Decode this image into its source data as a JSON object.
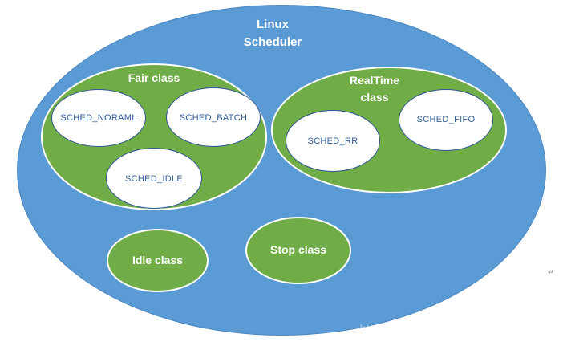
{
  "diagram": {
    "title_line1": "Linux",
    "title_line2": "Scheduler",
    "fair_class": {
      "label": "Fair class",
      "policies": [
        "SCHED_NORAML",
        "SCHED_BATCH",
        "SCHED_IDLE"
      ]
    },
    "realtime_class": {
      "label_line1": "RealTime",
      "label_line2": "class",
      "policies": [
        "SCHED_RR",
        "SCHED_FIFO"
      ]
    },
    "idle_class": {
      "label": "Idle class"
    },
    "stop_class": {
      "label": "Stop class"
    },
    "watermark": "https://blog.csdn.net/zhoutaopower",
    "corner_mark": "↵"
  },
  "colors": {
    "scheduler_fill": "#5b9bd5",
    "scheduler_border": "#4a86bf",
    "class_fill": "#70ad47",
    "class_border": "#ffffff",
    "policy_fill": "#ffffff",
    "policy_border": "#2f5597",
    "policy_text": "#2e5c99"
  }
}
